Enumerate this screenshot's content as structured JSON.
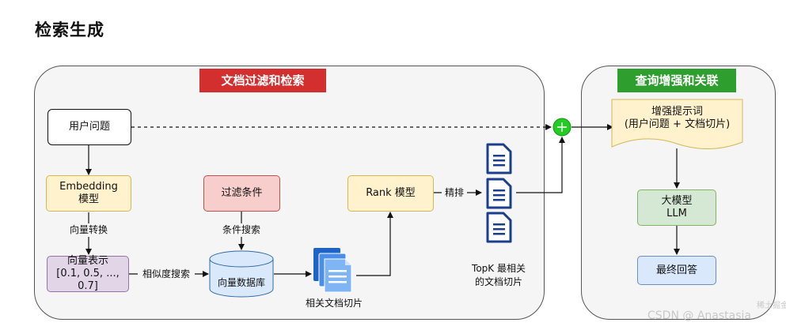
{
  "page_title": "检索生成",
  "panels": {
    "filter": {
      "title": "文档过滤和检索",
      "title_color": "#d32f2f"
    },
    "enhance": {
      "title": "查询增强和关联",
      "title_color": "#2e9e2e"
    }
  },
  "nodes": {
    "user_query": "用户问题",
    "embedding": "Embedding\n模型",
    "vector_repr": "向量表示\n[0.1, 0.5, ..., 0.7]",
    "filter_cond": "过滤条件",
    "vector_db": "向量数据库",
    "rank_model": "Rank 模型",
    "prompt": "增强提示词\n(用户问题 + 文档切片)",
    "llm": "大模型\nLLM",
    "final_answer": "最终回答"
  },
  "labels": {
    "vector_convert": "向量转换",
    "similarity_search": "相似度搜索",
    "condition_search": "条件搜索",
    "fine_rank": "精排",
    "related_chunks": "相关文档切片",
    "topk": "TopK 最相关\n的文档切片"
  },
  "watermark": "CSDN @  Anastasia",
  "watermark_small": "稀土掘金"
}
